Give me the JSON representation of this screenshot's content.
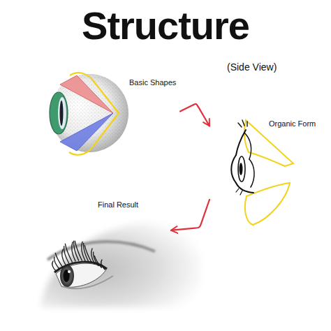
{
  "diagram": {
    "title": "Structure",
    "nodes": [
      {
        "text": [
          "Basic Shapes"
        ]
      },
      {
        "text": [
          "Organic Form"
        ]
      },
      {
        "text": [
          "Final Result"
        ]
      }
    ],
    "edges": [
      {
        "from": 0,
        "to": 1,
        "arrow": "to"
      },
      {
        "from": 1,
        "to": 2,
        "arrow": "to"
      }
    ],
    "labels": [
      "(Side View)"
    ]
  }
}
